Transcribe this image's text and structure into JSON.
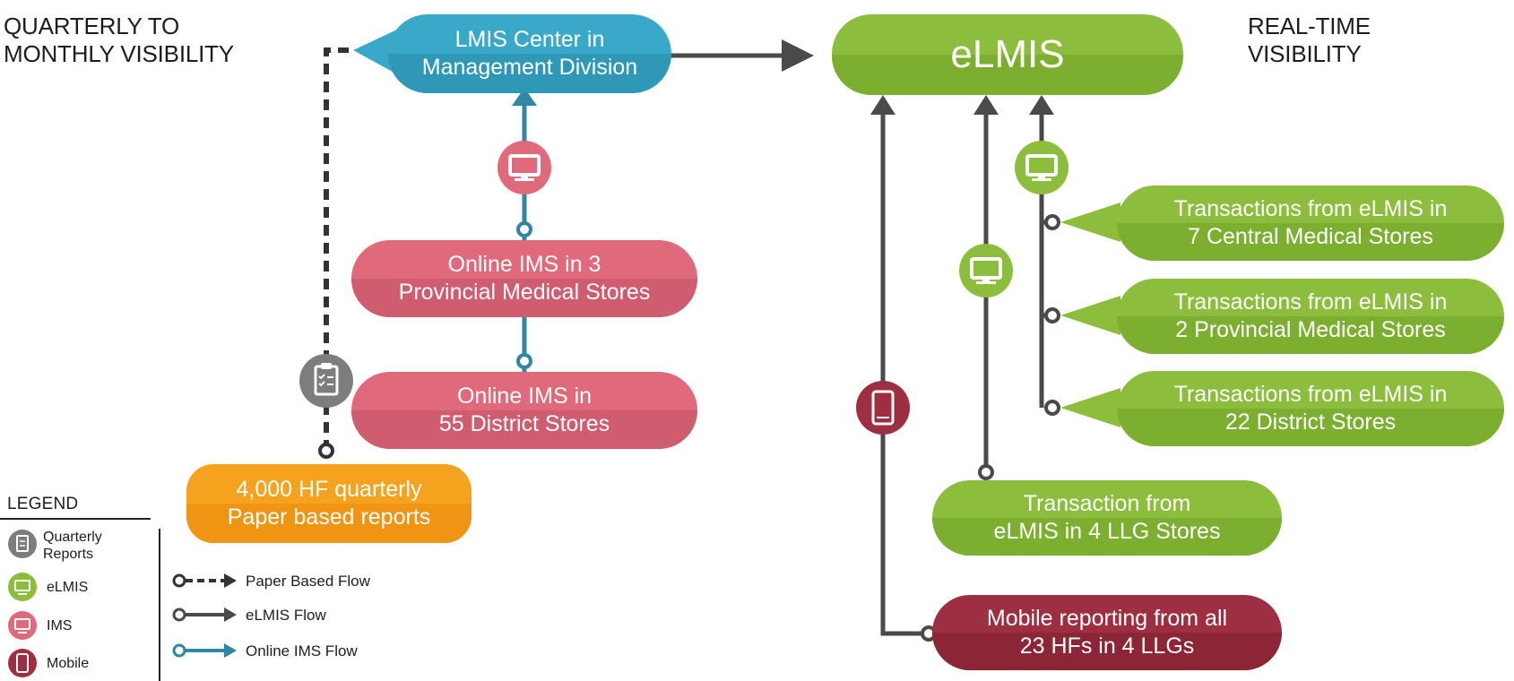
{
  "headings": {
    "left_line1": "QUARTERLY TO",
    "left_line2": "MONTHLY VISIBILITY",
    "right_line1": "REAL-TIME",
    "right_line2": "VISIBILITY"
  },
  "nodes": {
    "lmis_center": {
      "line1": "LMIS Center in",
      "line2": "Management Division",
      "color": "#3aa9c9"
    },
    "elmis": {
      "line1": "eLMIS",
      "color": "#8cbd3c"
    },
    "ims_provincial": {
      "line1": "Online IMS in 3",
      "line2": "Provincial Medical Stores",
      "color": "#e06a7c"
    },
    "ims_district": {
      "line1": "Online IMS in",
      "line2": "55 District Stores",
      "color": "#e06a7c"
    },
    "hf_reports": {
      "line1": "4,000 HF quarterly",
      "line2": "Paper based reports",
      "color": "#f5a31f"
    },
    "elmis_central": {
      "line1": "Transactions from eLMIS in",
      "line2": "7 Central Medical Stores",
      "color": "#8cbd3c"
    },
    "elmis_provincial": {
      "line1": "Transactions from eLMIS in",
      "line2": "2 Provincial Medical Stores",
      "color": "#8cbd3c"
    },
    "elmis_district": {
      "line1": "Transactions from eLMIS in",
      "line2": "22 District Stores",
      "color": "#8cbd3c"
    },
    "elmis_llg": {
      "line1": "Transaction from",
      "line2": "eLMIS in 4 LLG Stores",
      "color": "#8cbd3c"
    },
    "mobile_reporting": {
      "line1": "Mobile reporting from all",
      "line2": "23 HFs in 4 LLGs",
      "color": "#9e2f42"
    }
  },
  "legend": {
    "title": "LEGEND",
    "icons": [
      {
        "line1": "Quarterly",
        "line2": "Reports",
        "icon": "clipboard-icon",
        "color": "#7d7d7d"
      },
      {
        "line1": "eLMIS",
        "line2": "",
        "icon": "monitor-icon",
        "color": "#8cbd3c"
      },
      {
        "line1": "IMS",
        "line2": "",
        "icon": "monitor-icon",
        "color": "#e06a7c"
      },
      {
        "line1": "Mobile",
        "line2": "",
        "icon": "mobile-phone-icon",
        "color": "#9e2f42"
      }
    ],
    "flows": [
      {
        "label": "Paper Based Flow",
        "style": "dashed",
        "color": "#333333"
      },
      {
        "label": "eLMIS Flow",
        "style": "solid",
        "color": "#4a4a4a"
      },
      {
        "label": "Online IMS Flow",
        "style": "solid",
        "color": "#2f87a2"
      }
    ]
  },
  "colors": {
    "arrow_dark": "#4a4a4a",
    "arrow_ims": "#2f87a2",
    "paper_dash": "#333333"
  }
}
